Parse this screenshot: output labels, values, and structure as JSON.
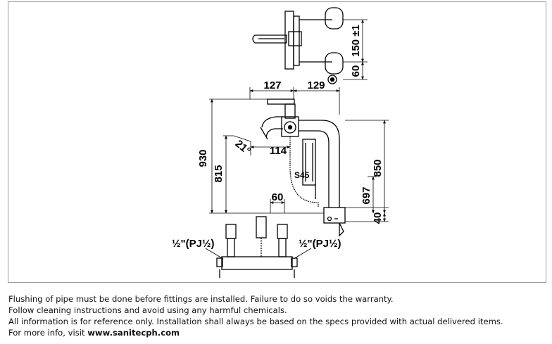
{
  "dimensions": {
    "d150": "150 ±1",
    "d60_top": "60",
    "d127": "127",
    "d129": "129",
    "d930": "930",
    "d815": "815",
    "d21": "21°",
    "d114": "114",
    "dS45": "S45",
    "d850": "850",
    "d697": "697",
    "d40": "40",
    "d60_bottom": "60",
    "pipe_left": "½\"(PJ½)",
    "pipe_right": "½\"(PJ½)"
  },
  "notes": {
    "line1": "Flushing of pipe must be done before fittings are installed. Failure to do so voids the warranty.",
    "line2": "Follow cleaning instructions and avoid using any harmful chemicals.",
    "line3": "All information is for reference only. Installation shall always be based on the specs provided with actual delivered items.",
    "line4_prefix": "For more info, visit ",
    "line4_link": "www.sanitecph.com"
  }
}
